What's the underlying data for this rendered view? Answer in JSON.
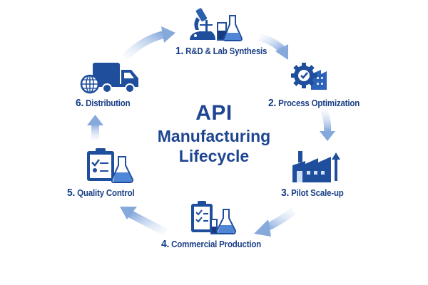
{
  "title": {
    "line1": "API",
    "line2": "Manufacturing",
    "line3": "Lifecycle"
  },
  "steps": [
    {
      "number": "1.",
      "label": "R&D & Lab Synthesis",
      "icon": "microscope-flask-icon"
    },
    {
      "number": "2.",
      "label": "Process Optimization",
      "icon": "gear-check-factory-icon"
    },
    {
      "number": "3.",
      "label": "Pilot Scale-up",
      "icon": "factory-up-arrow-icon"
    },
    {
      "number": "4.",
      "label": "Commercial Production",
      "icon": "clipboard-flask-icon"
    },
    {
      "number": "5.",
      "label": "Quality Control",
      "icon": "clipboard-check-flask-icon"
    },
    {
      "number": "6.",
      "label": "Distribution",
      "icon": "truck-globe-icon"
    }
  ],
  "colors": {
    "primary": "#1f4e9c",
    "dark": "#163a7d",
    "light": "#4f86d6",
    "arrow": "#8fb0de"
  }
}
